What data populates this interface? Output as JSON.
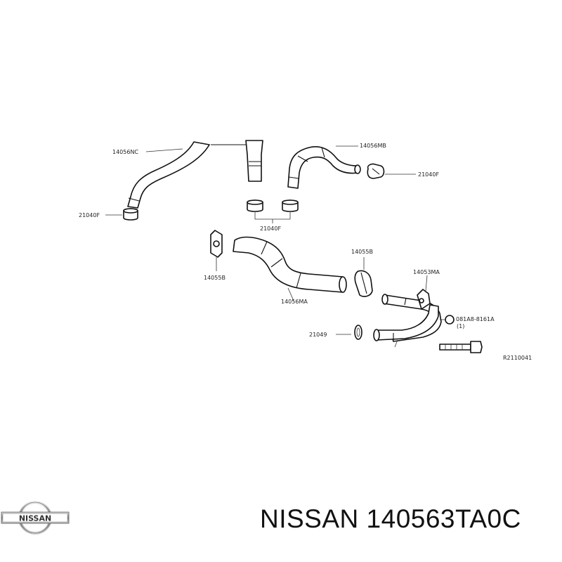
{
  "diagram": {
    "labels": {
      "hose_nc": "14056NC",
      "hose_mb": "14056MB",
      "clamp_top_right": "21040F",
      "clamp_left": "21040F",
      "clamp_center": "21040F",
      "bracket_left": "14055B",
      "bracket_center": "14055B",
      "hose_ma": "14056MA",
      "pipe": "14053MA",
      "bolt": "081A8-8161A",
      "bolt_qty": "(1)",
      "gasket": "21049",
      "ref_code": "R2110041"
    }
  },
  "logo": {
    "text": "NISSAN"
  },
  "caption": {
    "text": "NISSAN 140563TA0C"
  }
}
